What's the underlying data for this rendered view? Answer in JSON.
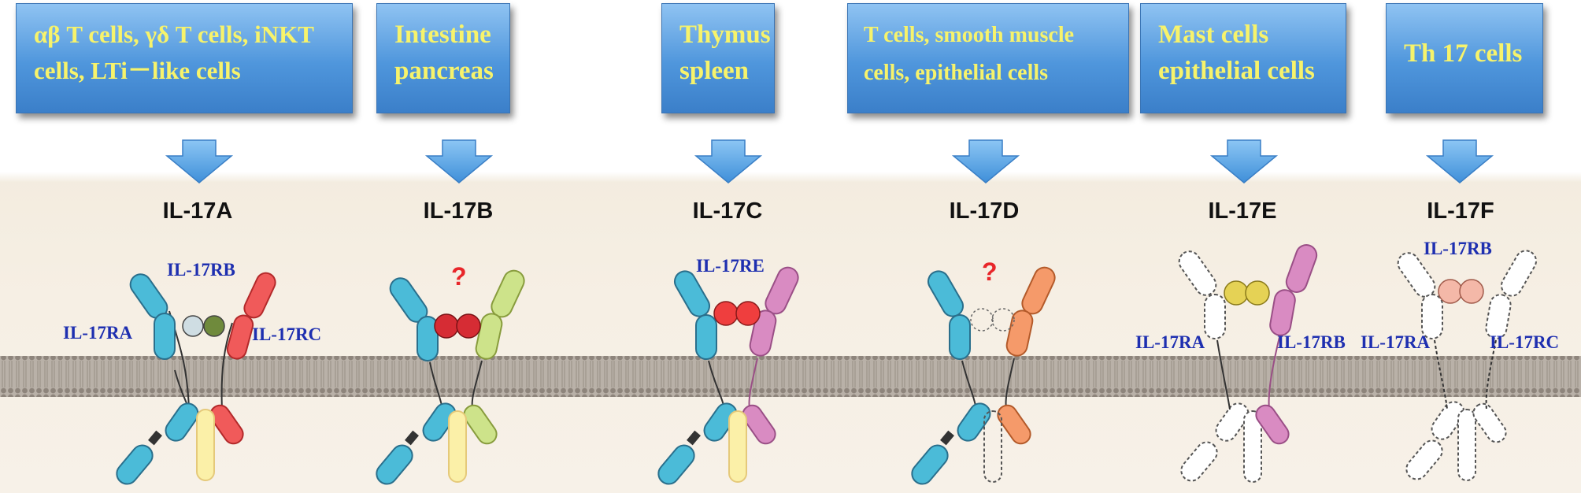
{
  "sources": [
    {
      "line1": "αβ T cells, γδ T cells, iNKT",
      "line2": "cells, LTi－like cells"
    },
    {
      "line1": "Intestine",
      "line2": "pancreas"
    },
    {
      "line1": "Thymus",
      "line2": "spleen"
    },
    {
      "line1": "T cells, smooth muscle",
      "line2": "cells, epithelial cells"
    },
    {
      "line1": "Mast cells",
      "line2": "epithelial cells"
    },
    {
      "line1": "Th 17 cells",
      "line2": ""
    }
  ],
  "cytokines": [
    "IL-17A",
    "IL-17B",
    "IL-17C",
    "IL-17D",
    "IL-17E",
    "IL-17F"
  ],
  "receptors": {
    "a_rb": "IL-17RB",
    "a_ra": "IL-17RA",
    "a_rc": "IL-17RC",
    "c_re": "IL-17RE",
    "e_ra": "IL-17RA",
    "e_rb": "IL-17RB",
    "f_rb": "IL-17RB",
    "f_ra": "IL-17RA",
    "f_rc": "IL-17RC"
  },
  "unknown_mark": "?",
  "colors": {
    "box_top": "#8fc3f2",
    "box_bottom": "#3b7fc9",
    "box_text": "#f7f36b",
    "arrow": "#5aa3e4",
    "receptor_text": "#1e2fb0",
    "il17ra": "#4bbbd8",
    "il17rc": "#f05a5a",
    "il17rb": "#d98bc2",
    "il17d_partner": "#f59a6a",
    "il17b_partner": "#cde38a",
    "accessory": "#fbf0a8",
    "membrane": "#a49c94"
  }
}
